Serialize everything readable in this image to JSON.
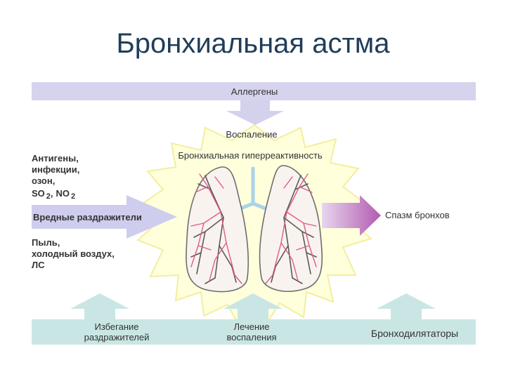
{
  "title": "Бронхиальная астма",
  "labels": {
    "allergens": "Аллергены",
    "inflammation": "Воспаление",
    "hyperreactivity": "Бронхиальная гиперреактивность",
    "antigens": [
      "Антигены,",
      "инфекции,",
      "озон,"
    ],
    "gases": {
      "so": "SO",
      "so_sub": "2",
      "comma": ",",
      "no": "NO",
      "no_sub": "2"
    },
    "irritants": "Вредные раздражители",
    "dust": [
      "Пыль,",
      "холодный воздух,",
      "ЛС"
    ],
    "spasm": "Спазм бронхов",
    "avoid": [
      "Избегание",
      "раздражителей"
    ],
    "treatment": [
      "Лечение",
      "воспаления"
    ],
    "bronchodilators": "Бронходилятаторы"
  },
  "colors": {
    "title": "#1f3d5a",
    "allergen_bar": "#d6d3ee",
    "allergen_arrow": "#d4d1ec",
    "irritant_arrow": "#cfcdee",
    "spasm_arrow": "#b35ab0",
    "bottom_bar": "#c9e6e4",
    "burst_fill": "#ffffdc",
    "burst_stroke": "#f3ee9e",
    "lung_fill": "#f8f3ee",
    "lung_outline": "#6e6e6e",
    "bronchi": "#e05a8a",
    "vessels": "#5a5a5a",
    "trachea": "#a9d3e8"
  }
}
